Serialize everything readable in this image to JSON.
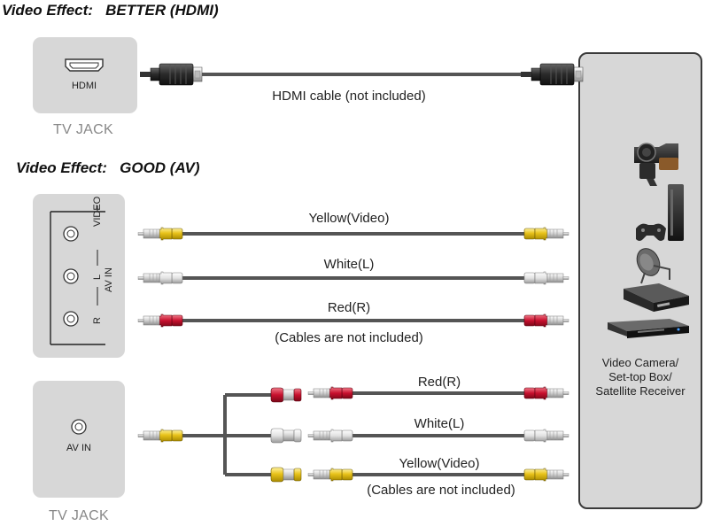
{
  "hdmi_section": {
    "heading_prefix": "Video Effect:",
    "heading_value": "BETTER (HDMI)",
    "jack_label": "HDMI",
    "jack_caption": "TV JACK",
    "cable_label": "HDMI cable (not included)"
  },
  "av_section": {
    "heading_prefix": "Video Effect:",
    "heading_value": "GOOD (AV)",
    "port_labels": {
      "video": "VIDEO",
      "left": "L",
      "right": "R",
      "av_in": "AV IN"
    },
    "cables": [
      {
        "label": "Yellow(Video)",
        "color": "#e8c21a"
      },
      {
        "label": "White(L)",
        "color": "#e6e6e6"
      },
      {
        "label": "Red(R)",
        "color": "#c8102e"
      }
    ],
    "note": "(Cables are not included)"
  },
  "adapter_section": {
    "jack_label": "AV IN",
    "jack_caption": "TV JACK",
    "cables": [
      {
        "label": "Red(R)",
        "color": "#c8102e"
      },
      {
        "label": "White(L)",
        "color": "#e6e6e6"
      },
      {
        "label": "Yellow(Video)",
        "color": "#e8c21a"
      }
    ],
    "note": "(Cables are not included)"
  },
  "devices": {
    "label_lines": [
      "Video Camera/",
      "Set-top Box/",
      "Satellite Receiver"
    ],
    "icons": [
      "video-camera-icon",
      "game-console-icon",
      "satellite-dish-icon",
      "set-top-box-icon"
    ]
  },
  "colors": {
    "panel": "#d7d7d7",
    "cable": "#555555",
    "yellow": "#e8c21a",
    "white": "#e6e6e6",
    "red": "#c8102e"
  }
}
